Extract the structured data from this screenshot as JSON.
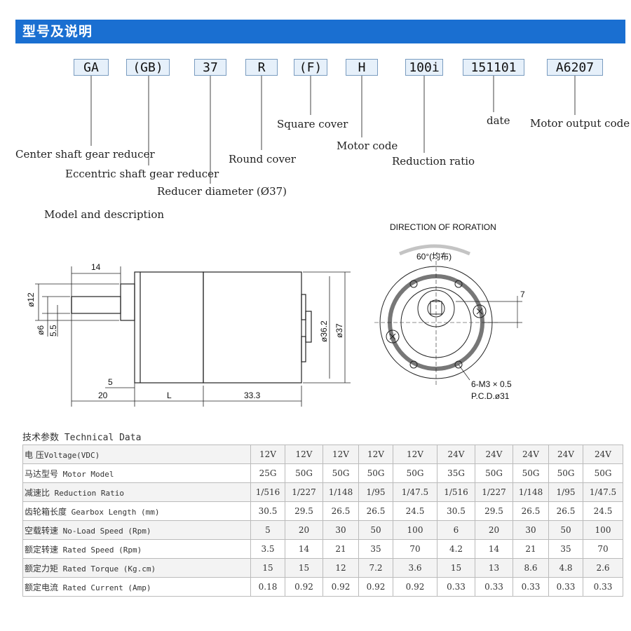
{
  "banner": {
    "title": "型号及说明"
  },
  "model_code": {
    "boxes": [
      "GA",
      "(GB)",
      "37",
      "R",
      "(F)",
      "H",
      "100i",
      "151101",
      "A6207"
    ],
    "labels": {
      "center_shaft": "Center shaft gear reducer",
      "eccentric_shaft": "Eccentric shaft gear reducer",
      "reducer_diameter": "Reducer diameter (Ø37)",
      "round_cover": "Round cover",
      "square_cover": "Square cover",
      "motor_code": "Motor code",
      "reduction_ratio": "Reduction ratio",
      "date": "date",
      "motor_output_code": "Motor output code"
    },
    "section_title": "Model and description"
  },
  "drawing": {
    "dims": {
      "d14": "14",
      "d12": "ø12",
      "d6": "ø6",
      "d55": "5.5",
      "d5": "5",
      "d20": "20",
      "dL": "L",
      "d333": "33.3",
      "d362": "ø36.2",
      "d37": "ø37"
    },
    "end_view": {
      "direction": "DIRECTION OF RORATION",
      "angle": "60°(均布)",
      "d7": "7",
      "holes": "6-M3 × 0.5",
      "pcd": "P.C.D.ø31"
    }
  },
  "tech": {
    "title_cn": "技术参数",
    "title_en": "Technical Data",
    "rows": [
      {
        "cn": "电 压",
        "en": "Voltage(VDC)",
        "values": [
          "12V",
          "12V",
          "12V",
          "12V",
          "12V",
          "24V",
          "24V",
          "24V",
          "24V",
          "24V"
        ]
      },
      {
        "cn": "马达型号",
        "en": " Motor Model",
        "values": [
          "25G",
          "50G",
          "50G",
          "50G",
          "50G",
          "35G",
          "50G",
          "50G",
          "50G",
          "50G"
        ]
      },
      {
        "cn": "减速比",
        "en": " Reduction Ratio",
        "values": [
          "1/516",
          "1/227",
          "1/148",
          "1/95",
          "1/47.5",
          "1/516",
          "1/227",
          "1/148",
          "1/95",
          "1/47.5"
        ]
      },
      {
        "cn": "齿轮箱长度",
        "en": " Gearbox Length (mm)",
        "values": [
          "30.5",
          "29.5",
          "26.5",
          "26.5",
          "24.5",
          "30.5",
          "29.5",
          "26.5",
          "26.5",
          "24.5"
        ]
      },
      {
        "cn": "空载转速",
        "en": " No-Load Speed (Rpm)",
        "values": [
          "5",
          "20",
          "30",
          "50",
          "100",
          "6",
          "20",
          "30",
          "50",
          "100"
        ]
      },
      {
        "cn": "额定转速",
        "en": " Rated Speed (Rpm)",
        "values": [
          "3.5",
          "14",
          "21",
          "35",
          "70",
          "4.2",
          "14",
          "21",
          "35",
          "70"
        ]
      },
      {
        "cn": "额定力矩",
        "en": " Rated Torque (Kg.cm)",
        "values": [
          "15",
          "15",
          "12",
          "7.2",
          "3.6",
          "15",
          "13",
          "8.6",
          "4.8",
          "2.6"
        ]
      },
      {
        "cn": "额定电流",
        "en": " Rated Current (Amp)",
        "values": [
          "0.18",
          "0.92",
          "0.92",
          "0.92",
          "0.92",
          "0.33",
          "0.33",
          "0.33",
          "0.33",
          "0.33"
        ]
      }
    ]
  }
}
